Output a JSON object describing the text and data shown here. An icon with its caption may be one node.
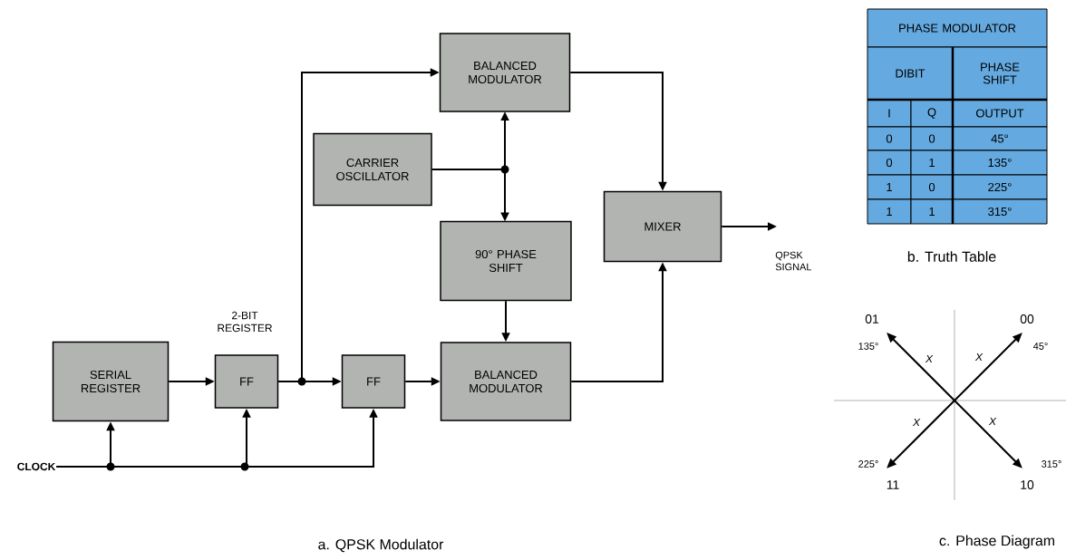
{
  "diagram": {
    "nodes": [
      {
        "text": [
          "SERIAL REGISTER"
        ]
      },
      {
        "text": [
          "FF"
        ],
        "beside": [
          "2-BIT REGISTER"
        ]
      },
      {
        "text": [
          "FF"
        ]
      },
      {
        "text": [
          "BALANCED MODULATOR"
        ]
      },
      {
        "text": [
          "CARRIER OSCILLATOR"
        ]
      },
      {
        "text": [
          "90° PHASE SHIFT"
        ]
      },
      {
        "text": [
          "BALANCED MODULATOR"
        ]
      },
      {
        "text": [
          "MIXER"
        ]
      },
      {
        "text": [
          "CLOCK"
        ]
      }
    ],
    "edges": [
      {
        "from": 0,
        "to": 1,
        "arrow": "to"
      },
      {
        "from": 1,
        "to": 2,
        "arrow": "to"
      },
      {
        "from": 1,
        "to": 3,
        "arrow": "to"
      },
      {
        "from": 2,
        "to": 6,
        "arrow": "to"
      },
      {
        "from": 4,
        "to": 3,
        "arrow": "to"
      },
      {
        "from": 4,
        "to": 5,
        "arrow": "to"
      },
      {
        "from": 5,
        "to": 6,
        "arrow": "to"
      },
      {
        "from": 3,
        "to": 7,
        "arrow": "to"
      },
      {
        "from": 6,
        "to": 7,
        "arrow": "to"
      },
      {
        "from": 7,
        "to": null,
        "arrow": "to",
        "label": "QPSK SIGNAL"
      },
      {
        "from": 8,
        "to": 0,
        "arrow": "to"
      },
      {
        "from": 8,
        "to": 1,
        "arrow": "to"
      },
      {
        "from": 8,
        "to": 2,
        "arrow": "to"
      }
    ],
    "labels": [
      "PHASE MODULATOR",
      "DIBIT",
      "PHASE SHIFT",
      "I",
      "Q",
      "OUTPUT",
      "0",
      "0",
      "45°",
      "0",
      "1",
      "135°",
      "1",
      "0",
      "225°",
      "1",
      "1",
      "315°",
      "b. Truth Table",
      "01",
      "00",
      "135°",
      "45°",
      "X",
      "X",
      "X",
      "X",
      "225°",
      "315°",
      "11",
      "10",
      "a. QPSK Modulator",
      "c. Phase Diagram"
    ]
  }
}
